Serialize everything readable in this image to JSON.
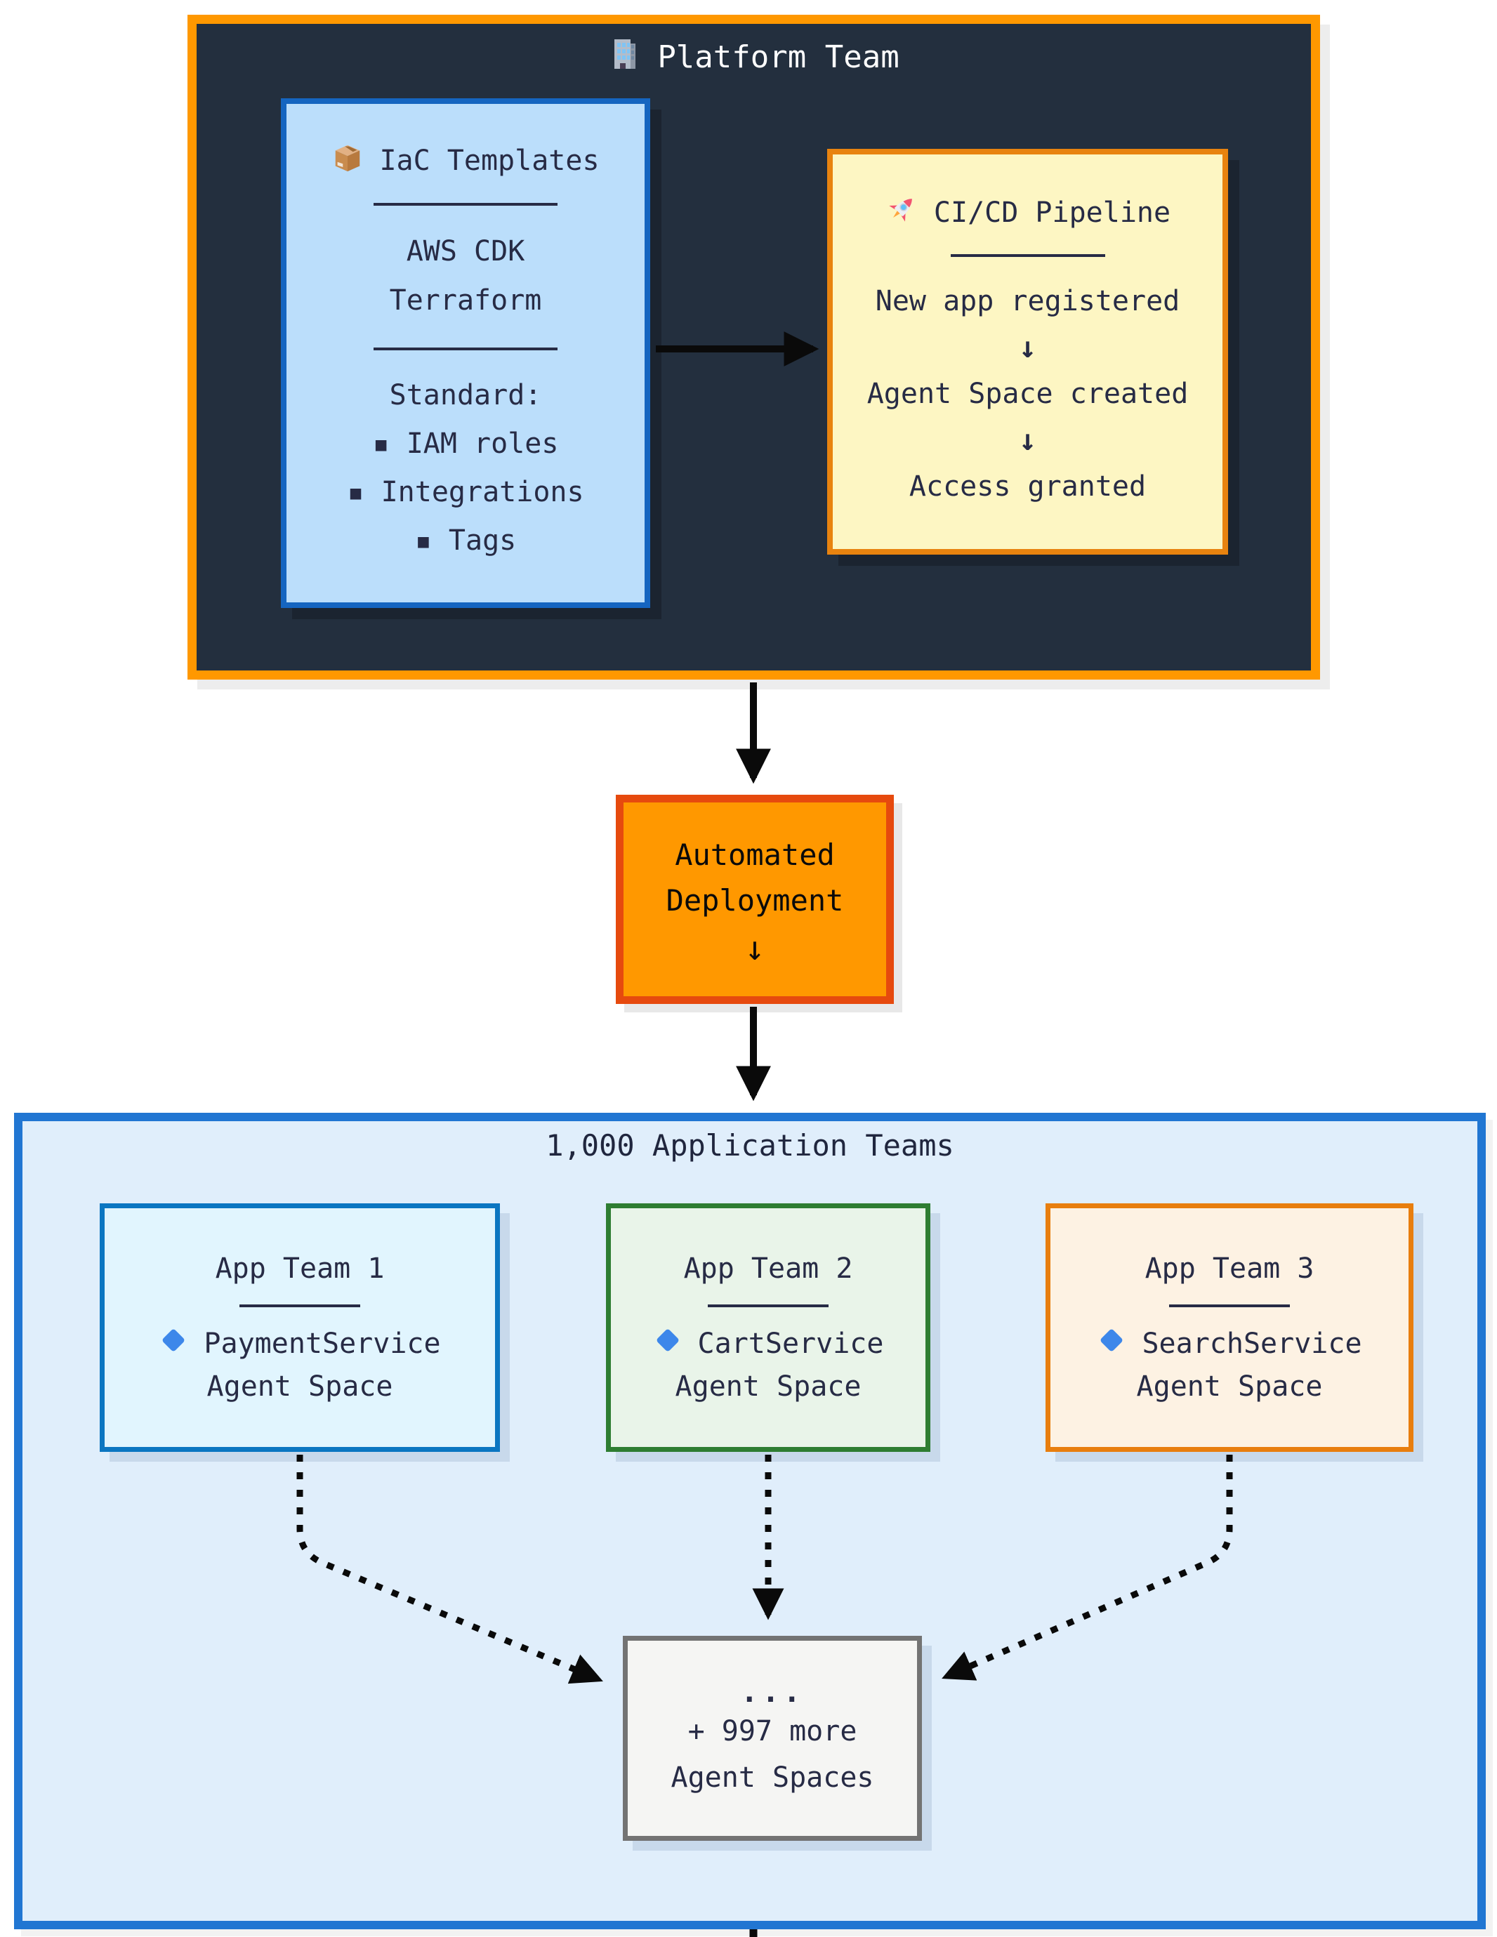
{
  "platform": {
    "title": "Platform Team",
    "iac": {
      "title": "IaC Templates",
      "tool1": "AWS CDK",
      "tool2": "Terraform",
      "standard": "Standard:",
      "item1": "▪ IAM roles",
      "item2": "▪ Integrations",
      "item3": "▪ Tags"
    },
    "cicd": {
      "title": "CI/CD Pipeline",
      "step1": "New app registered",
      "step2": "Agent Space created",
      "step3": "Access granted",
      "arrow": "↓"
    }
  },
  "deploy": {
    "line1": "Automated",
    "line2": "Deployment",
    "arrow": "↓"
  },
  "teams": {
    "title": "1,000 Application Teams",
    "team1": {
      "name": "App Team 1",
      "service": "PaymentService",
      "space": "Agent Space"
    },
    "team2": {
      "name": "App Team 2",
      "service": "CartService",
      "space": "Agent Space"
    },
    "team3": {
      "name": "App Team 3",
      "service": "SearchService",
      "space": "Agent Space"
    },
    "more": {
      "dots": "...",
      "count": "+ 997 more",
      "label": "Agent Spaces"
    }
  },
  "icons": {
    "platform": "building-icon",
    "iac": "package-icon",
    "cicd": "rocket-icon",
    "team_marker": "blue-diamond-icon"
  },
  "colors": {
    "platform_border": "#FF9800",
    "platform_bg": "#232F3E",
    "iac_border": "#1565C0",
    "iac_bg": "#BBDEFB",
    "cicd_border": "#E8830F",
    "cicd_bg": "#FDF6C3",
    "deploy_border": "#E64A0E",
    "deploy_bg": "#FF9800",
    "teams_border": "#2176D2",
    "teams_bg": "#E0EEFB",
    "team1_border": "#0B76C1",
    "team1_bg": "#E1F5FE",
    "team2_border": "#2E7D32",
    "team2_bg": "#E9F4E9",
    "team3_border": "#E87E0E",
    "team3_bg": "#FDF2E3",
    "more_border": "#737373",
    "more_bg": "#F5F5F3",
    "text_dark": "#272B45",
    "arrow_black": "#0A0A0A"
  }
}
